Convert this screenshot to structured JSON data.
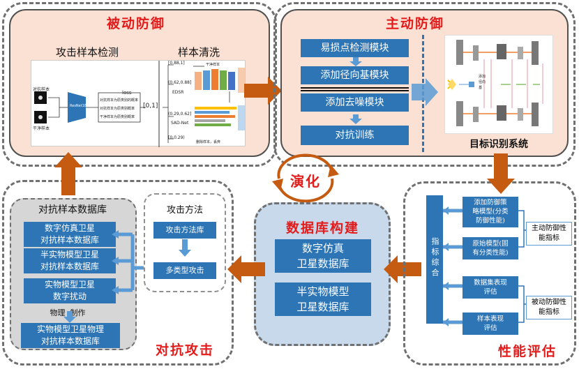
{
  "passive": {
    "title": "被动防御",
    "detect_title": "攻击样本检测",
    "clean_title": "样本清洗",
    "fig": {
      "adv_sample": "对抗样本",
      "clean_sample": "干净样本",
      "loss": "loss",
      "interval_main": "[0,1]",
      "interval_1": "[0.88,1]",
      "interval_2": "(0.62,0.88]",
      "interval_3": "(0.29,0.62]",
      "interval_4": "[0,0.29)",
      "edsr": "EDSR",
      "sadnet": "SAD-Net",
      "clean_tag": "干净样本",
      "del_tag": "删除样本，丢弃",
      "resnet": "ResNet18",
      "prob_a": "对抗样本为原类别的概率",
      "prob_b": "对抗样本为原类别概率",
      "prob_c": "干净样本为原类别概率"
    }
  },
  "active": {
    "title": "主动防御",
    "modules": [
      "易损点检测模块",
      "添加径向基模块",
      "添加去噪模块",
      "对抗训练"
    ],
    "target_label": "目标识别系统",
    "fig_labels": [
      "添加",
      "径向",
      "基"
    ]
  },
  "evolve": {
    "label": "演化"
  },
  "adversarial": {
    "title": "对抗攻击",
    "db_title": "对抗样本数据库",
    "db_items": [
      "数字仿真卫星\n对抗样本数据库",
      "半实物模型卫星\n对抗样本数据库",
      "实物模型卫星\n数字扰动",
      "实物模型卫星物理\n对抗样本数据库"
    ],
    "phys_label": "物理  制作",
    "method_title": "攻击方法",
    "method_items": [
      "攻击方法库",
      "多类型攻击"
    ]
  },
  "database": {
    "title": "数据库构建",
    "items": [
      "数字仿真\n卫星数据库",
      "半实物模型\n卫星数据库"
    ]
  },
  "performance": {
    "title": "性能评估",
    "index_label": "指标综合",
    "items": [
      "添加防御策\n略模型(分类\n防御性能)",
      "原始模型(固\n有分类性能)",
      "数据集表现\n评估",
      "样本表现\n评估"
    ],
    "active_index": "主动防御性\n能指标",
    "passive_index": "被动防御性\n能指标"
  },
  "colors": {
    "accent_red": "#e31b1b",
    "arrow_orange": "#c55a11",
    "box_blue": "#2e75b6",
    "arrow_light_blue": "#5b9bd5",
    "pink_fill": "#fbe1d3",
    "gray_fill": "#d6d6d6",
    "light_blue_fill": "#c8d9ec"
  }
}
